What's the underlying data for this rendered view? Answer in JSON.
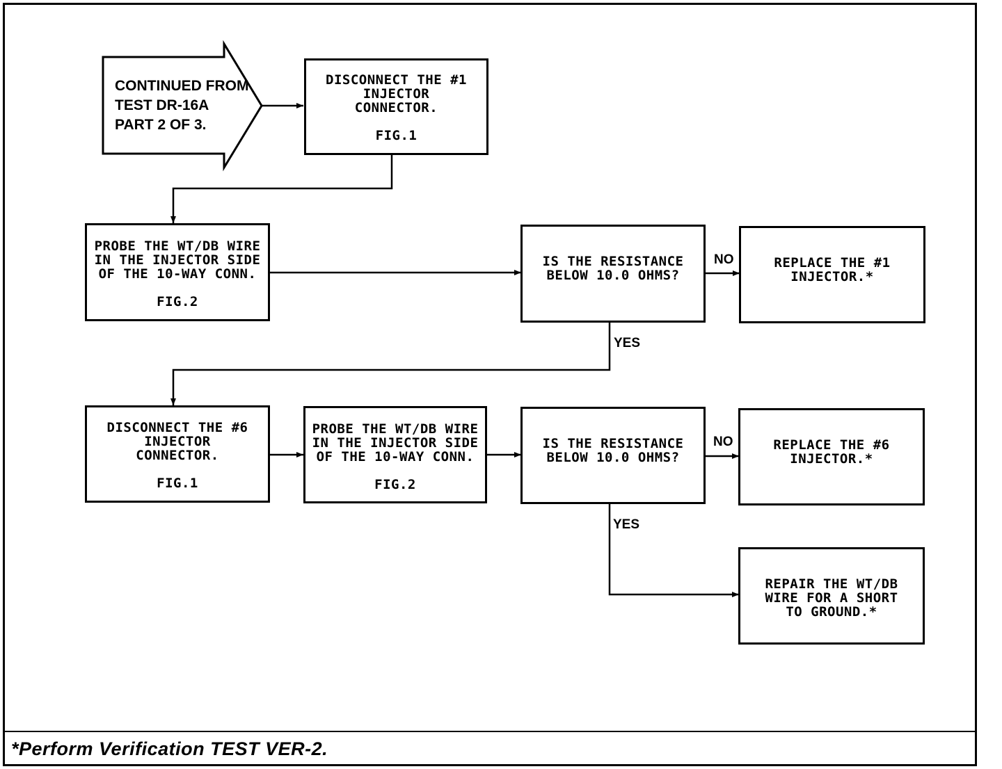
{
  "start": {
    "lines": [
      "CONTINUED FROM",
      "TEST DR-16A",
      "PART 2 OF 3."
    ]
  },
  "boxes": {
    "disconnect1": {
      "text": "DISCONNECT THE #1\nINJECTOR\nCONNECTOR.",
      "fig": "FIG.1"
    },
    "probe1": {
      "text": "PROBE THE WT/DB WIRE\nIN THE INJECTOR SIDE\nOF THE 10-WAY CONN.",
      "fig": "FIG.2"
    },
    "question1": {
      "text": "IS THE RESISTANCE\nBELOW 10.0 OHMS?"
    },
    "replace1": {
      "text": "REPLACE THE #1\nINJECTOR.*"
    },
    "disconnect6": {
      "text": "DISCONNECT THE #6\nINJECTOR\nCONNECTOR.",
      "fig": "FIG.1"
    },
    "probe2": {
      "text": "PROBE THE WT/DB WIRE\nIN THE INJECTOR SIDE\nOF THE 10-WAY CONN.",
      "fig": "FIG.2"
    },
    "question2": {
      "text": "IS THE RESISTANCE\nBELOW 10.0 OHMS?"
    },
    "replace6": {
      "text": "REPLACE THE #6\nINJECTOR.*"
    },
    "repair": {
      "text": "REPAIR THE WT/DB\nWIRE FOR A SHORT\nTO GROUND.*"
    }
  },
  "labels": {
    "no1": "NO",
    "yes1": "YES",
    "no2": "NO",
    "yes2": "YES"
  },
  "footnote": "*Perform Verification TEST VER-2."
}
